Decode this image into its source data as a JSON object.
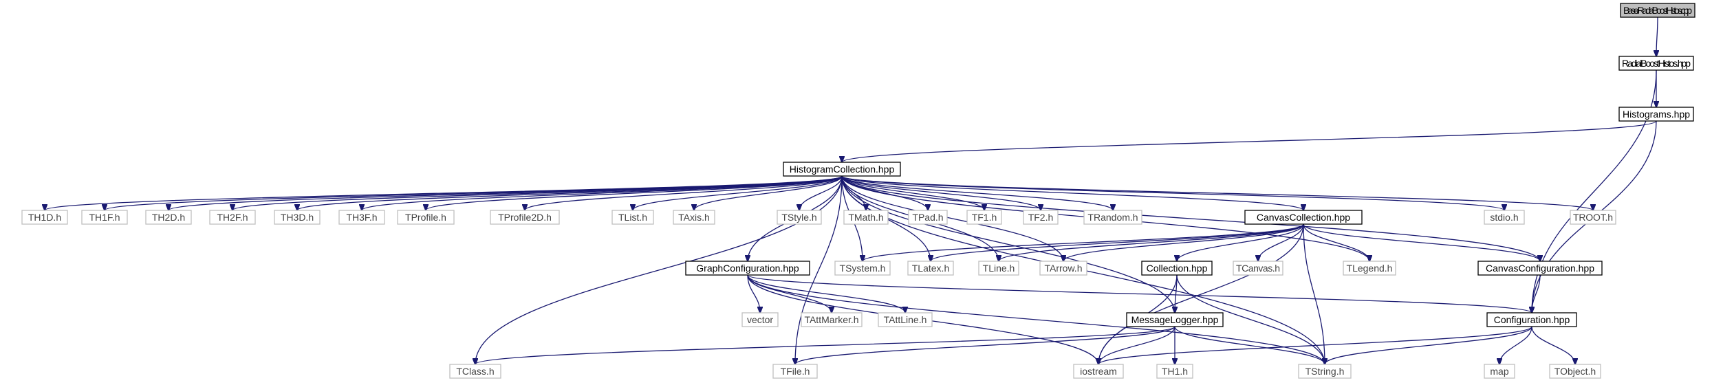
{
  "graph": {
    "nodes": [
      {
        "id": "root",
        "label": "Base/RadialBoostHistos.cpp",
        "kind": "root"
      },
      {
        "id": "rbh",
        "label": "RadialBoostHistos.hpp",
        "kind": "main"
      },
      {
        "id": "hist",
        "label": "Histograms.hpp",
        "kind": "main"
      },
      {
        "id": "hc",
        "label": "HistogramCollection.hpp",
        "kind": "main"
      },
      {
        "id": "th1d",
        "label": "TH1D.h",
        "kind": "ext"
      },
      {
        "id": "th1f",
        "label": "TH1F.h",
        "kind": "ext"
      },
      {
        "id": "th2d",
        "label": "TH2D.h",
        "kind": "ext"
      },
      {
        "id": "th2f",
        "label": "TH2F.h",
        "kind": "ext"
      },
      {
        "id": "th3d",
        "label": "TH3D.h",
        "kind": "ext"
      },
      {
        "id": "th3f",
        "label": "TH3F.h",
        "kind": "ext"
      },
      {
        "id": "tprof",
        "label": "TProfile.h",
        "kind": "ext"
      },
      {
        "id": "tprof2",
        "label": "TProfile2D.h",
        "kind": "ext"
      },
      {
        "id": "tlist",
        "label": "TList.h",
        "kind": "ext"
      },
      {
        "id": "taxis",
        "label": "TAxis.h",
        "kind": "ext"
      },
      {
        "id": "tstyle",
        "label": "TStyle.h",
        "kind": "ext"
      },
      {
        "id": "tmath",
        "label": "TMath.h",
        "kind": "ext"
      },
      {
        "id": "tpad",
        "label": "TPad.h",
        "kind": "ext"
      },
      {
        "id": "tf1",
        "label": "TF1.h",
        "kind": "ext"
      },
      {
        "id": "tf2",
        "label": "TF2.h",
        "kind": "ext"
      },
      {
        "id": "trand",
        "label": "TRandom.h",
        "kind": "ext"
      },
      {
        "id": "cc",
        "label": "CanvasCollection.hpp",
        "kind": "main"
      },
      {
        "id": "stdio",
        "label": "stdio.h",
        "kind": "ext"
      },
      {
        "id": "troot",
        "label": "TROOT.h",
        "kind": "ext"
      },
      {
        "id": "gc",
        "label": "GraphConfiguration.hpp",
        "kind": "main"
      },
      {
        "id": "tsys",
        "label": "TSystem.h",
        "kind": "ext"
      },
      {
        "id": "tlatex",
        "label": "TLatex.h",
        "kind": "ext"
      },
      {
        "id": "tline",
        "label": "TLine.h",
        "kind": "ext"
      },
      {
        "id": "tarrow",
        "label": "TArrow.h",
        "kind": "ext"
      },
      {
        "id": "coll",
        "label": "Collection.hpp",
        "kind": "main"
      },
      {
        "id": "tcanv",
        "label": "TCanvas.h",
        "kind": "ext"
      },
      {
        "id": "tleg",
        "label": "TLegend.h",
        "kind": "ext"
      },
      {
        "id": "canvc",
        "label": "CanvasConfiguration.hpp",
        "kind": "main"
      },
      {
        "id": "vector",
        "label": "vector",
        "kind": "ext"
      },
      {
        "id": "tattm",
        "label": "TAttMarker.h",
        "kind": "ext"
      },
      {
        "id": "tattl",
        "label": "TAttLine.h",
        "kind": "ext"
      },
      {
        "id": "ml",
        "label": "MessageLogger.hpp",
        "kind": "main"
      },
      {
        "id": "conf",
        "label": "Configuration.hpp",
        "kind": "main"
      },
      {
        "id": "tclass",
        "label": "TClass.h",
        "kind": "ext"
      },
      {
        "id": "tfile",
        "label": "TFile.h",
        "kind": "ext"
      },
      {
        "id": "iostr",
        "label": "iostream",
        "kind": "ext"
      },
      {
        "id": "th1",
        "label": "TH1.h",
        "kind": "ext"
      },
      {
        "id": "tstr",
        "label": "TString.h",
        "kind": "ext"
      },
      {
        "id": "map",
        "label": "map",
        "kind": "ext"
      },
      {
        "id": "tobj",
        "label": "TObject.h",
        "kind": "ext"
      }
    ],
    "edges": [
      [
        "root",
        "rbh"
      ],
      [
        "rbh",
        "hist"
      ],
      [
        "rbh",
        "conf"
      ],
      [
        "hist",
        "hc"
      ],
      [
        "hist",
        "conf"
      ],
      [
        "hc",
        "th1d"
      ],
      [
        "hc",
        "th1f"
      ],
      [
        "hc",
        "th2d"
      ],
      [
        "hc",
        "th2f"
      ],
      [
        "hc",
        "th3d"
      ],
      [
        "hc",
        "th3f"
      ],
      [
        "hc",
        "tprof"
      ],
      [
        "hc",
        "tprof2"
      ],
      [
        "hc",
        "tlist"
      ],
      [
        "hc",
        "taxis"
      ],
      [
        "hc",
        "tstyle"
      ],
      [
        "hc",
        "tmath"
      ],
      [
        "hc",
        "tpad"
      ],
      [
        "hc",
        "tf1"
      ],
      [
        "hc",
        "tf2"
      ],
      [
        "hc",
        "trand"
      ],
      [
        "hc",
        "cc"
      ],
      [
        "hc",
        "stdio"
      ],
      [
        "hc",
        "troot"
      ],
      [
        "hc",
        "gc"
      ],
      [
        "hc",
        "tsys"
      ],
      [
        "hc",
        "tlatex"
      ],
      [
        "hc",
        "tline"
      ],
      [
        "hc",
        "tarrow"
      ],
      [
        "hc",
        "tleg"
      ],
      [
        "hc",
        "canvc"
      ],
      [
        "hc",
        "ml"
      ],
      [
        "hc",
        "tclass"
      ],
      [
        "hc",
        "tfile"
      ],
      [
        "hc",
        "tstr"
      ],
      [
        "cc",
        "tsys"
      ],
      [
        "cc",
        "tlatex"
      ],
      [
        "cc",
        "tline"
      ],
      [
        "cc",
        "tarrow"
      ],
      [
        "cc",
        "coll"
      ],
      [
        "cc",
        "tcanv"
      ],
      [
        "cc",
        "tleg"
      ],
      [
        "cc",
        "canvc"
      ],
      [
        "cc",
        "iostr"
      ],
      [
        "cc",
        "tstr"
      ],
      [
        "gc",
        "vector"
      ],
      [
        "gc",
        "tattm"
      ],
      [
        "gc",
        "tattl"
      ],
      [
        "gc",
        "conf"
      ],
      [
        "gc",
        "iostr"
      ],
      [
        "gc",
        "tstr"
      ],
      [
        "coll",
        "ml"
      ],
      [
        "coll",
        "iostr"
      ],
      [
        "coll",
        "tstr"
      ],
      [
        "canvc",
        "conf"
      ],
      [
        "ml",
        "tclass"
      ],
      [
        "ml",
        "tfile"
      ],
      [
        "ml",
        "iostr"
      ],
      [
        "ml",
        "th1"
      ],
      [
        "ml",
        "tstr"
      ],
      [
        "conf",
        "iostr"
      ],
      [
        "conf",
        "tstr"
      ],
      [
        "conf",
        "map"
      ],
      [
        "conf",
        "tobj"
      ]
    ]
  }
}
